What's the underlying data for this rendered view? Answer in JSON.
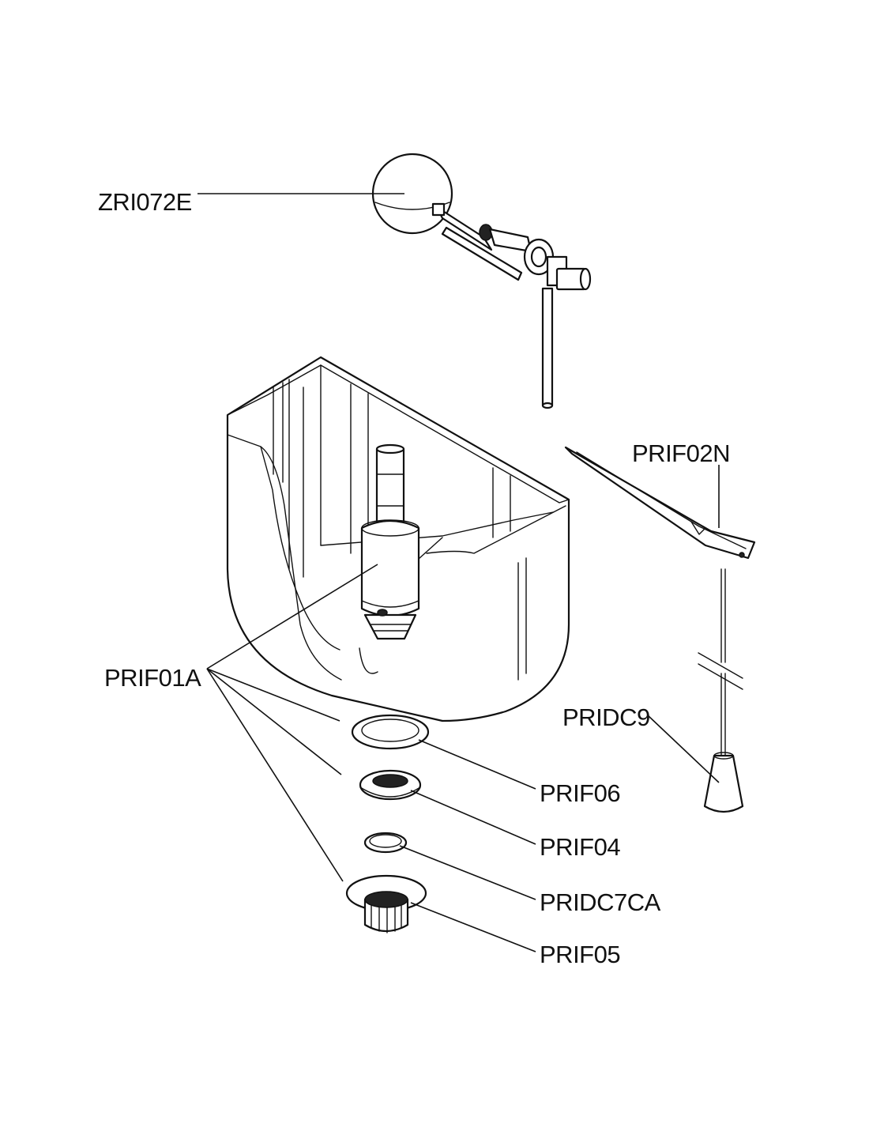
{
  "labels": {
    "float_valve": "ZRI072E",
    "lever_arm": "PRIF02N",
    "flush_valve": "PRIF01A",
    "lift_rod": "PRIDC9",
    "gasket": "PRIF06",
    "washer": "PRIF04",
    "seal_ring": "PRIDC7CA",
    "nut": "PRIF05"
  },
  "colors": {
    "line": "#111111",
    "background": "#ffffff"
  }
}
